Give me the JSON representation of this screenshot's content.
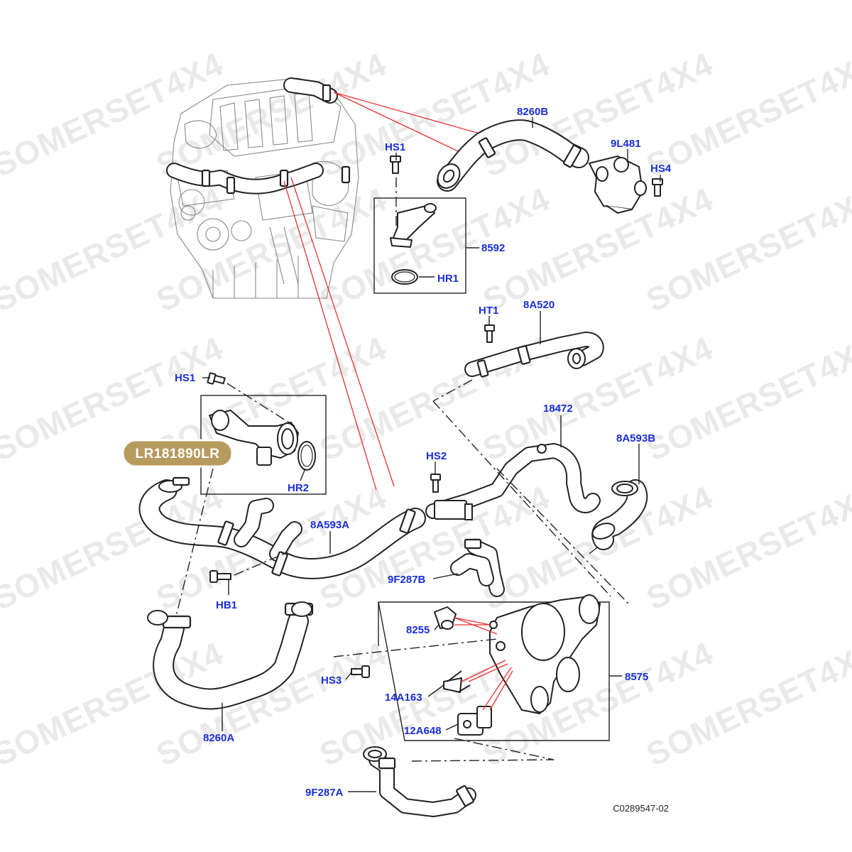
{
  "watermark": "SOMERSET4X4",
  "highlight_badge": "LR181890LR",
  "diagram_ref": "C0289547-02",
  "labels": {
    "l8260B": "8260B",
    "l9L481": "9L481",
    "lHS4": "HS4",
    "lHS1top": "HS1",
    "l8592": "8592",
    "lHR1": "HR1",
    "lHT1": "HT1",
    "l8A520": "8A520",
    "lHS1mid": "HS1",
    "lHR2": "HR2",
    "l18472": "18472",
    "l8A593B": "8A593B",
    "lHS2": "HS2",
    "l8A593A": "8A593A",
    "l9F287B": "9F287B",
    "lHB1": "HB1",
    "l8255": "8255",
    "lHS3": "HS3",
    "l14A163": "14A163",
    "l12A648": "12A648",
    "l8575": "8575",
    "l8260A": "8260A",
    "l9F287A": "9F287A"
  },
  "colors": {
    "label": "#1a2fd6",
    "badge": "#b79a5e",
    "callout": "#e53030",
    "watermark": "#e9e9e9"
  }
}
